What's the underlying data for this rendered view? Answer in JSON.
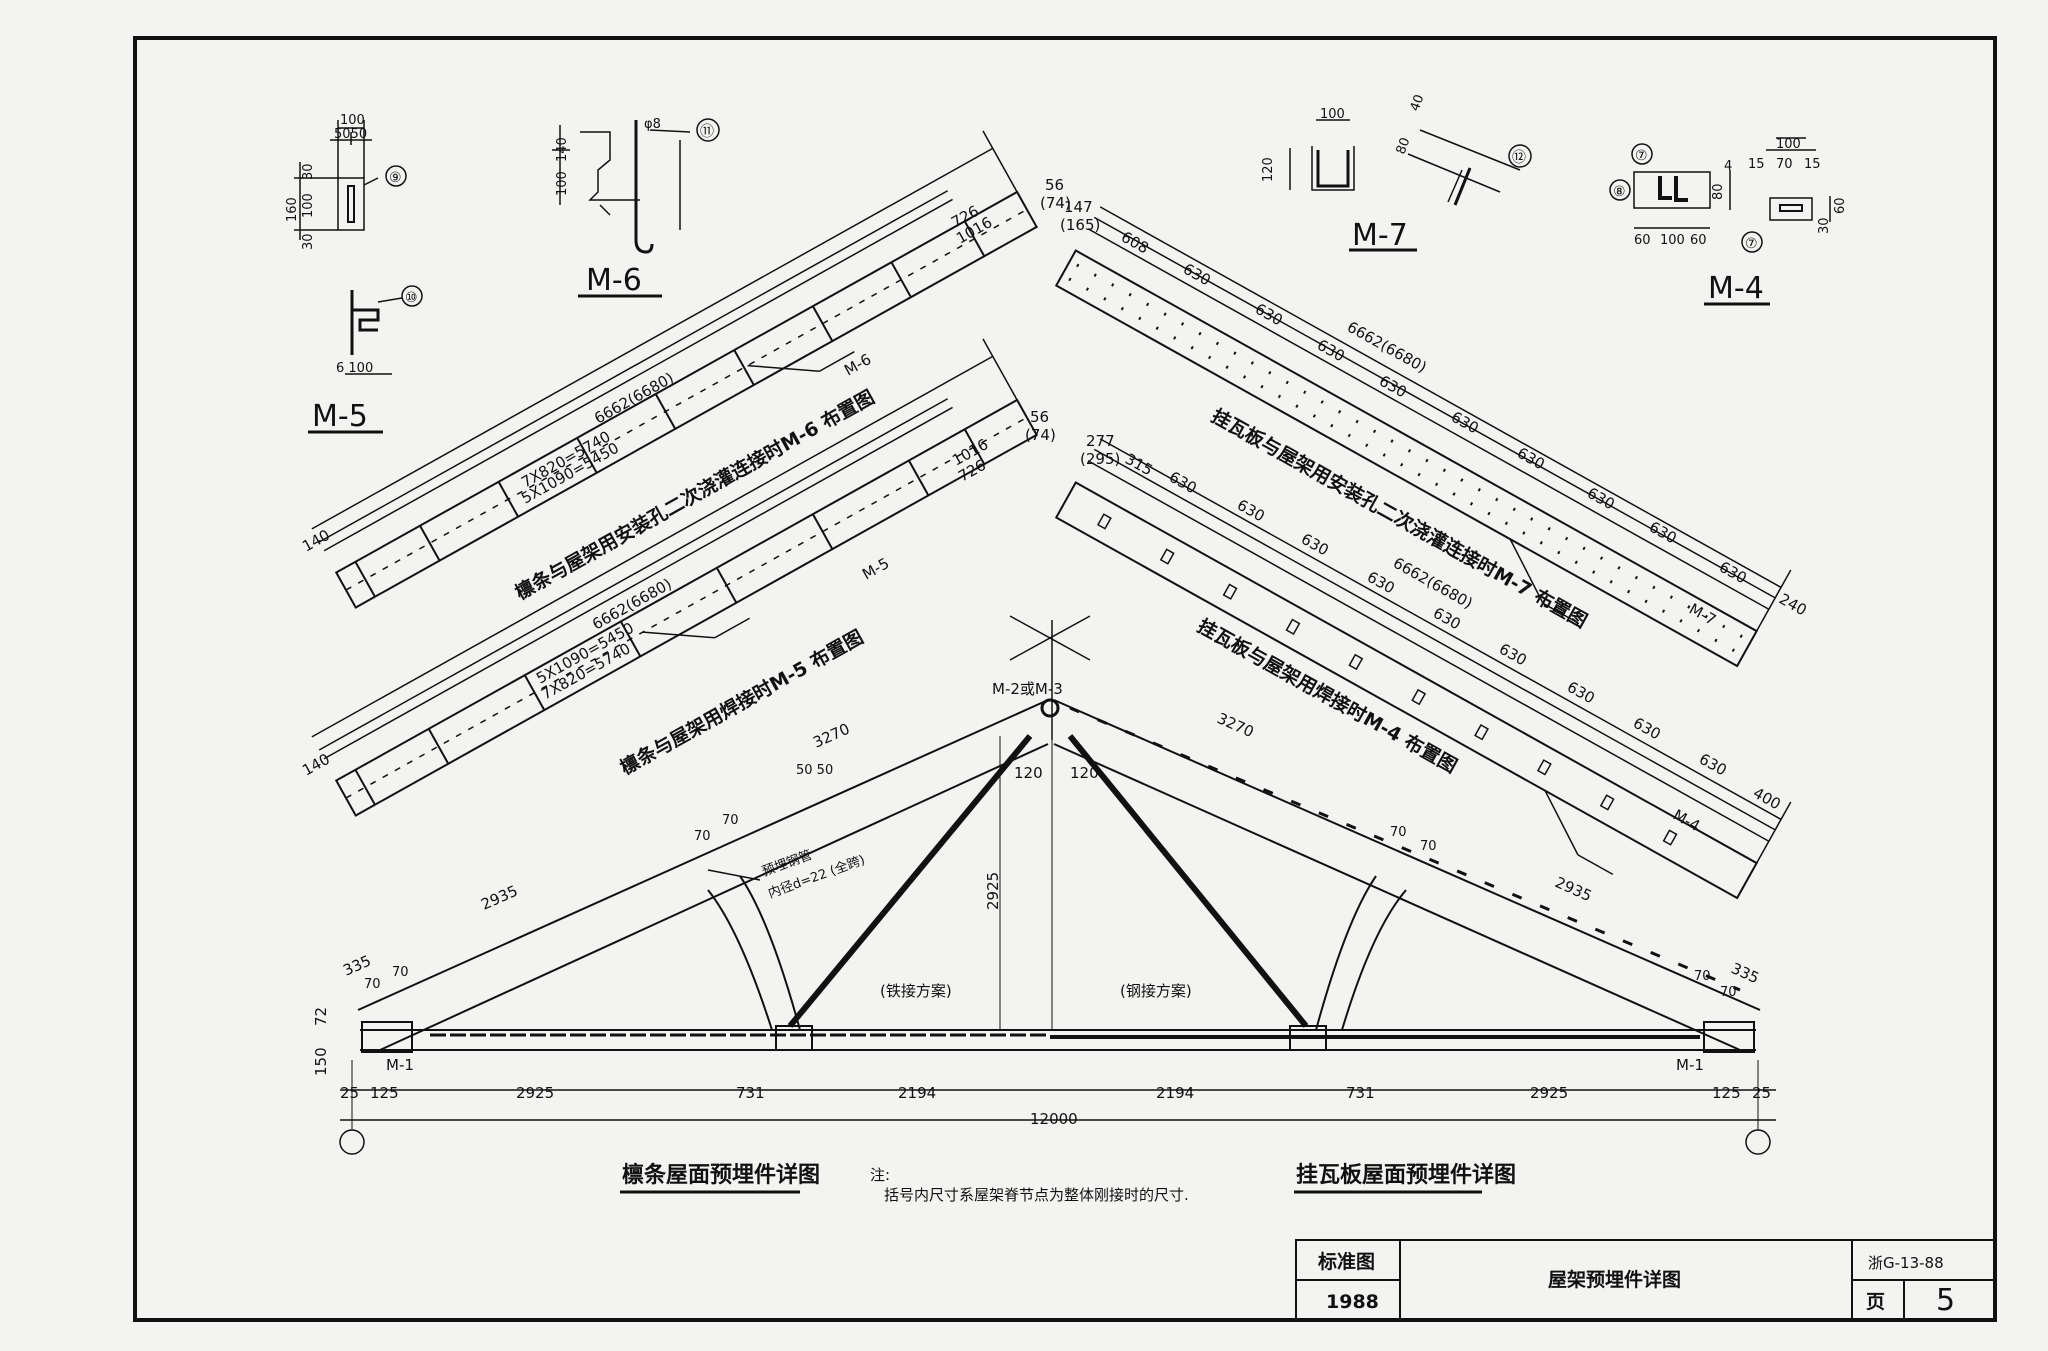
{
  "marks": {
    "m5": "M-5",
    "m6": "M-6",
    "m7": "M-7",
    "m4": "M-4",
    "m1l": "M-1",
    "m1r": "M-1",
    "m2m3": "M-2或M-3",
    "m5_tag": "M-5",
    "m6_tag": "M-6",
    "m7_tag": "M-7",
    "m4_tag": "M-4"
  },
  "callouts": {
    "c9": "⑨",
    "c10": "⑩",
    "c11": "⑪",
    "c12": "⑫",
    "c7a": "⑦",
    "c7b": "⑦",
    "c8": "⑧"
  },
  "detail_dims": {
    "m5_top_100": "100",
    "m5_top_5050": "5050",
    "m5_side_30a": "30",
    "m5_side_100": "100",
    "m5_side_160": "160",
    "m5_side_30b": "30",
    "m5_bottom": "6 100",
    "m6_100": "100",
    "m6_140": "140",
    "m6_phi8": "φ8",
    "m7_100": "100",
    "m7_120": "120",
    "m7_40": "40",
    "m7_80": "80",
    "m4_100": "100",
    "m4_15a": "15",
    "m4_70": "70",
    "m4_15b": "15",
    "m4_80": "80",
    "m4_4": "4",
    "m4_60a": "60",
    "m4_100b": "100",
    "m4_60b": "60",
    "m4_30": "30",
    "m4_60c": "60"
  },
  "layout_titles": {
    "m6": "檩条与屋架用安装孔二次浇灌连接时M-6 布置图",
    "m5": "檩条与屋架用焊接时M-5 布置图",
    "m7": "挂瓦板与屋架用安装孔二次浇灌连接时M-7 布置图",
    "m4": "挂瓦板与屋架用焊接时M-4 布置图"
  },
  "layout_dims": {
    "m6_total": "6662(6680)",
    "m6_a": "7X820=5740",
    "m6_b": "5X1090=5450",
    "m6_140": "140",
    "m6_726": "726",
    "m6_1016": "1016",
    "m6_56": "56",
    "m6_74": "(74)",
    "m5_total": "6662(6680)",
    "m5_a": "5X1090=5450",
    "m5_b": "7X820=5740",
    "m5_140": "140",
    "m5_1016": "1016",
    "m5_726": "726",
    "m5_56": "56",
    "m5_74": "(74)",
    "m7_147": "147",
    "m7_165": "(165)",
    "m7_608": "608",
    "m7_630": "630",
    "m7_total": "6662(6680)",
    "m7_240": "240",
    "m4_277": "277",
    "m4_295": "(295)",
    "m4_315": "315",
    "m4_630": "630",
    "m4_total": "6662(6680)",
    "m4_400": "400"
  },
  "truss_dims": {
    "span": "12000",
    "d25l": "25",
    "d125l": "125",
    "d2925l": "2925",
    "d731l": "731",
    "d2194l": "2194",
    "d2194r": "2194",
    "d731r": "731",
    "d2925r": "2925",
    "d125r": "125",
    "d25r": "25",
    "h2925": "2925",
    "h72": "72",
    "h150": "150",
    "top3270l": "3270",
    "top3270r": "3270",
    "top2935l": "2935",
    "top2935r": "2935",
    "d335l": "335",
    "d335r": "335",
    "d70a": "70",
    "d70b": "70",
    "d70c": "70",
    "d70d": "70",
    "d70e": "70",
    "d70f": "70",
    "d70g": "70",
    "d70h": "70",
    "d5050": "50 50",
    "d120a": "120",
    "d120b": "120",
    "pipe": "预埋钢管",
    "pipe_dia": "内径d=22 (全跨)",
    "scheme_left": "(铁接方案)",
    "scheme_right": "(钢接方案)"
  },
  "captions": {
    "left": "檩条屋面预埋件详图",
    "right": "挂瓦板屋面预埋件详图",
    "note_label": "注:",
    "note_text": "括号内尺寸系屋架脊节点为整体刚接时的尺寸."
  },
  "title_block": {
    "std_label": "标准图",
    "year": "1988",
    "title": "屋架预埋件详图",
    "code": "浙G-13-88",
    "page_label": "页",
    "page_no": "5"
  }
}
